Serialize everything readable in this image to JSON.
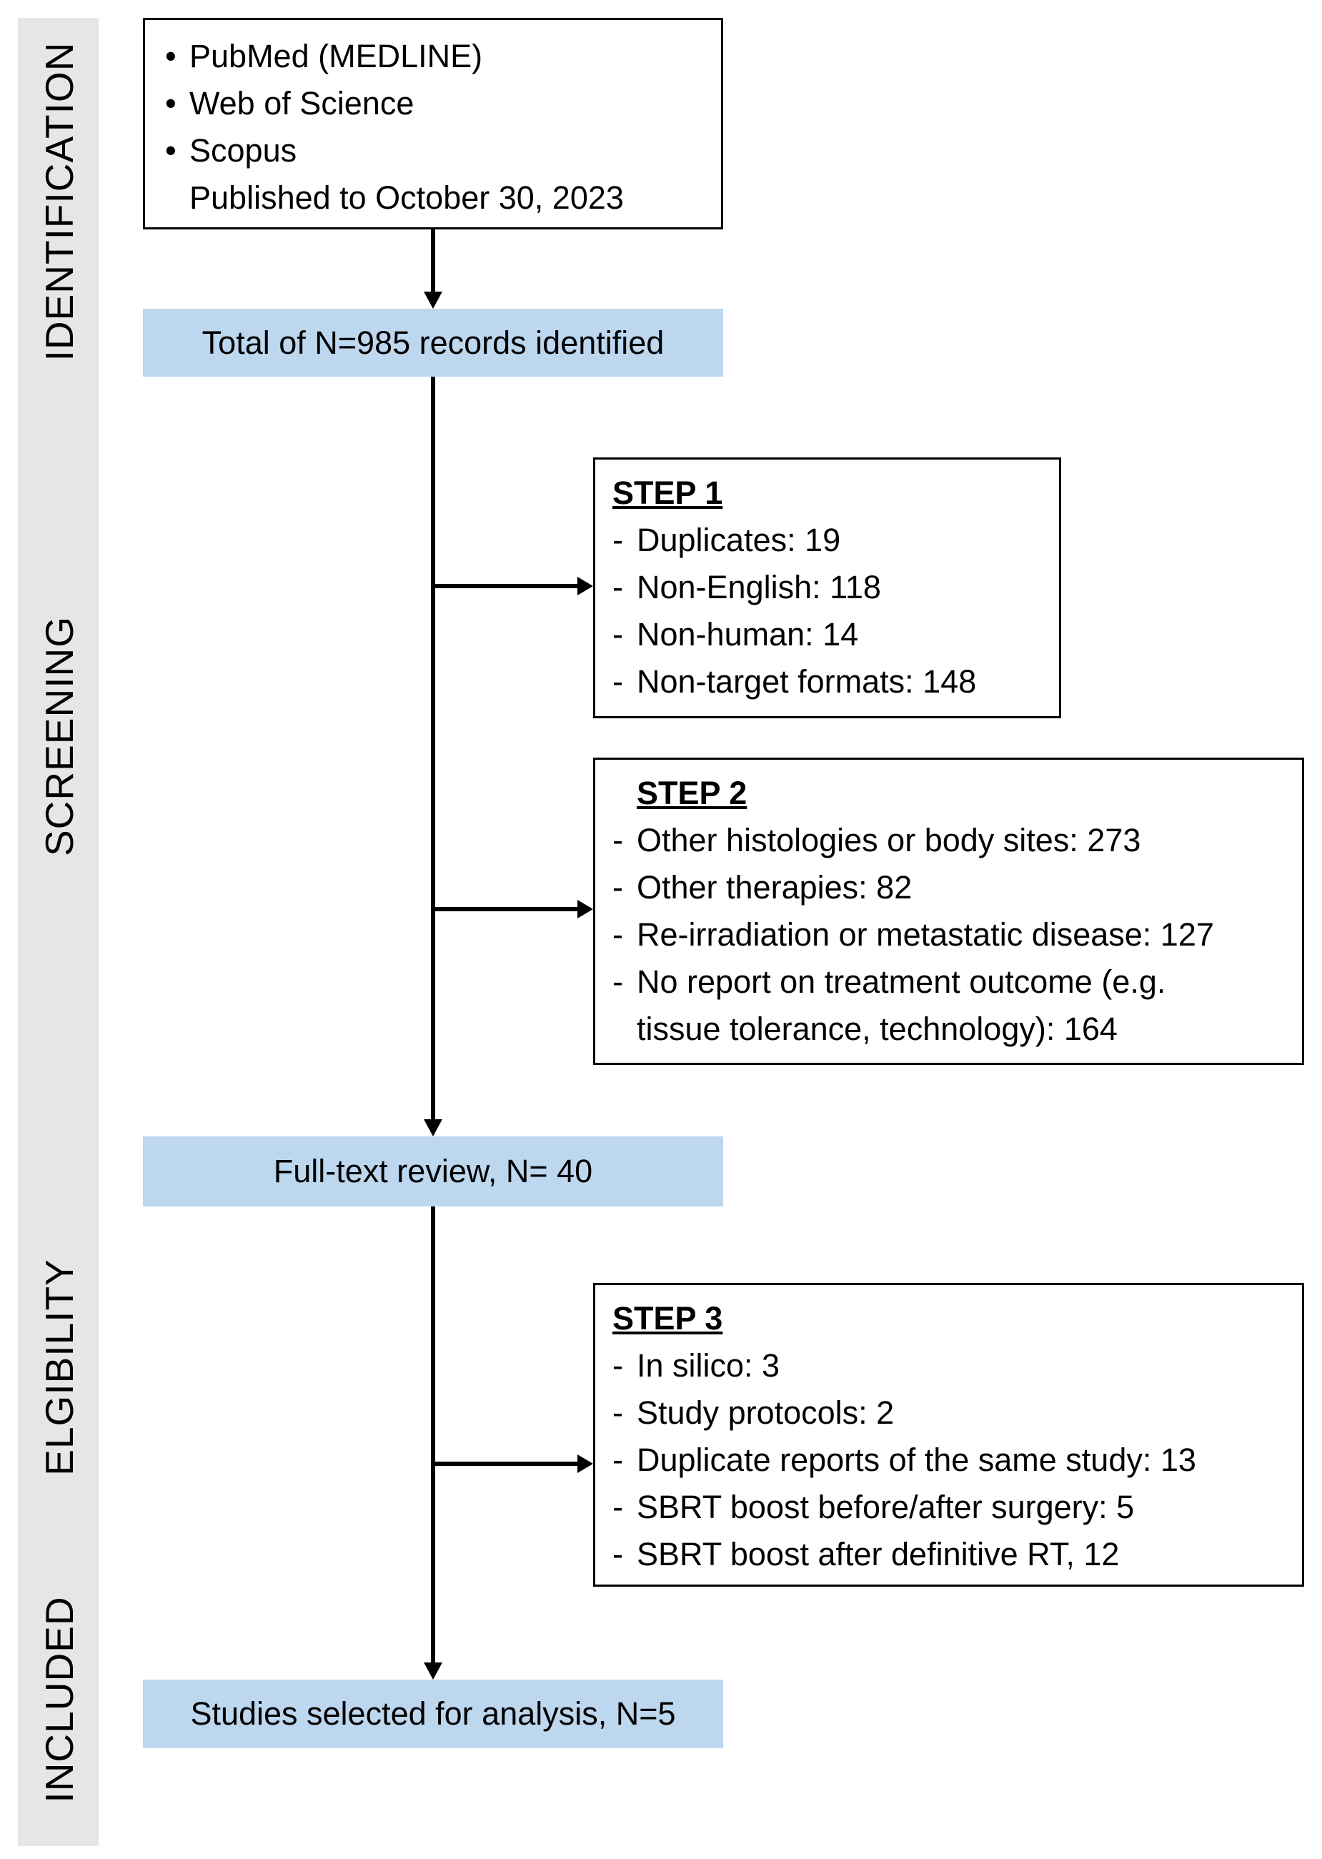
{
  "stages": {
    "identification": "IDENTIFICATION",
    "screening": "SCREENING",
    "eligibility": "ELGIBILITY",
    "included": "INCLUDED"
  },
  "sources": {
    "items": [
      "PubMed (MEDLINE)",
      "Web of Science",
      "Scopus"
    ],
    "published": "Published to October 30, 2023"
  },
  "total": "Total of N=985 records identified",
  "step1": {
    "title": "STEP 1",
    "items": [
      "Duplicates: 19",
      "Non-English: 118",
      "Non-human: 14",
      "Non-target formats: 148"
    ]
  },
  "step2": {
    "title": "STEP 2",
    "items": [
      "Other histologies or body sites: 273",
      "Other therapies: 82",
      "Re-irradiation or metastatic disease: 127",
      "No report on treatment outcome (e.g."
    ],
    "continuation": "tissue tolerance, technology): 164"
  },
  "fulltext": "Full-text review, N= 40",
  "step3": {
    "title": "STEP 3",
    "items": [
      "In silico: 3",
      "Study protocols: 2",
      "Duplicate reports of the same study: 13",
      "SBRT boost before/after surgery: 5",
      "SBRT boost after definitive RT, 12"
    ]
  },
  "selected": "Studies selected for analysis, N=5",
  "colors": {
    "stage_column": "#e7e6e6",
    "highlight_box": "#bdd7ee",
    "line": "#000000"
  },
  "symbols": {
    "bullet": "•",
    "dash": "-"
  }
}
